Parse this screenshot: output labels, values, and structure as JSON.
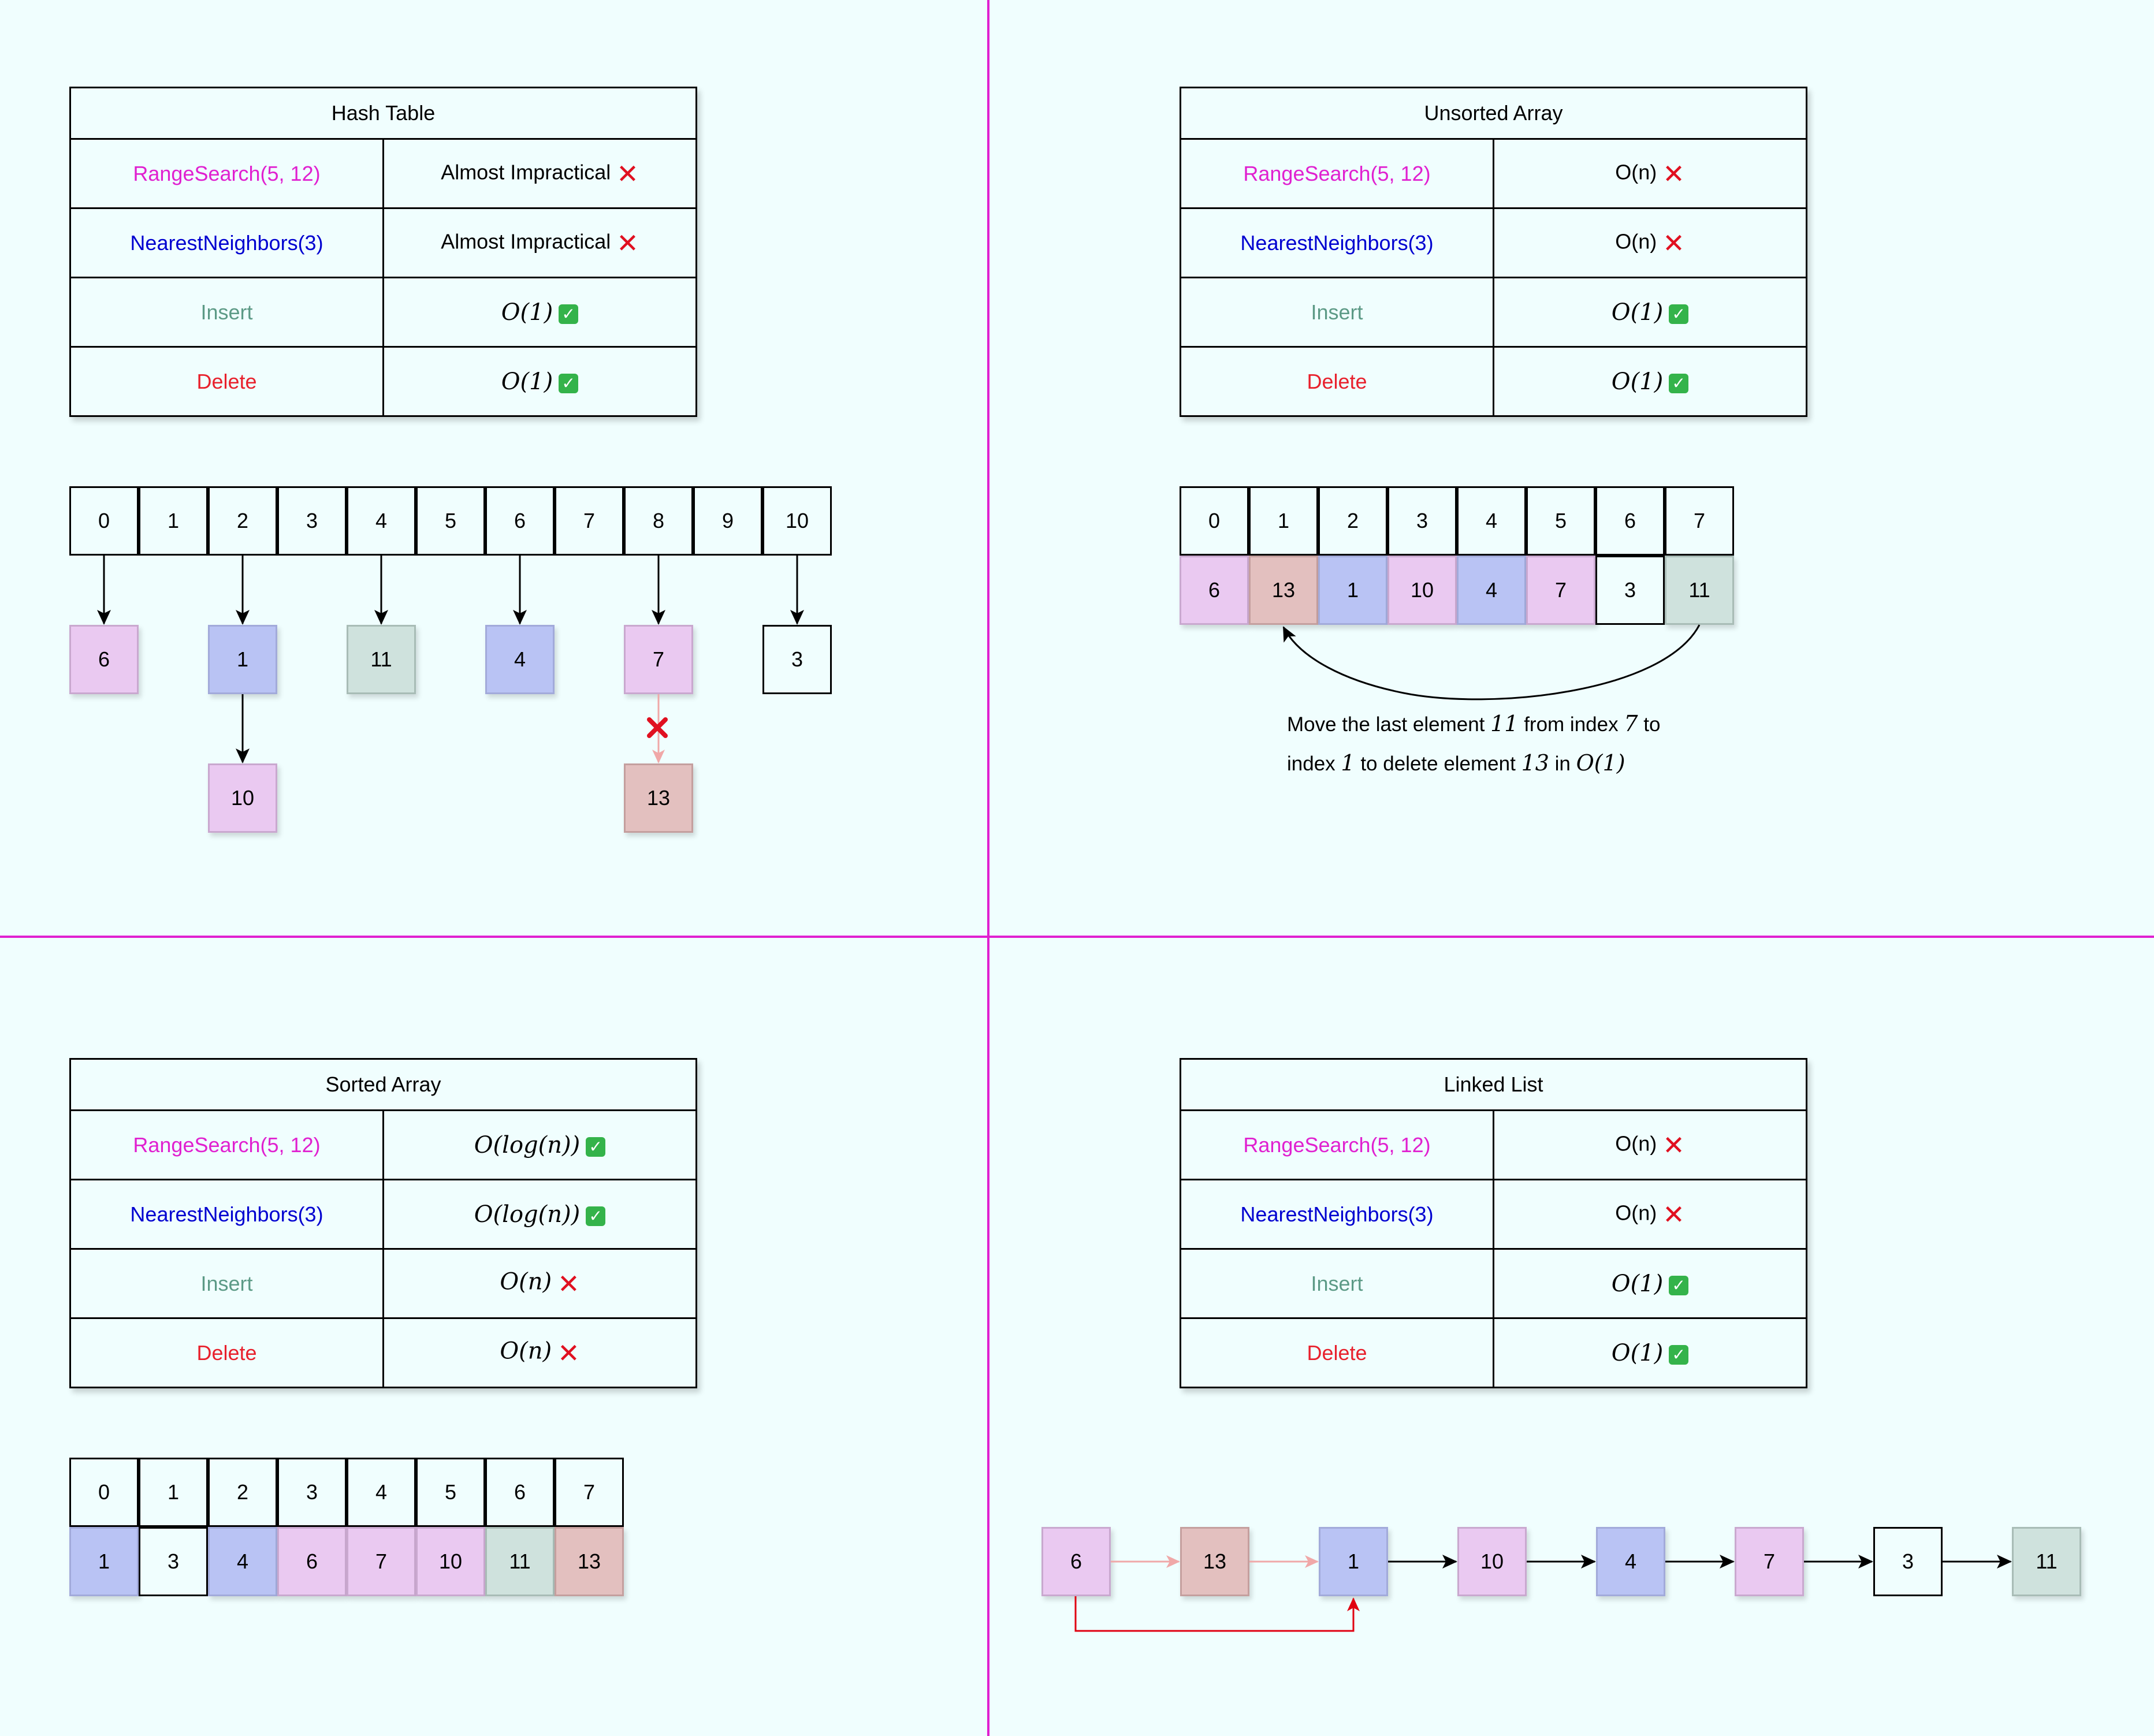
{
  "colors": {
    "pink": "#eac9f1",
    "blue": "#b9c3f4",
    "green": "#cfe2dd",
    "red": "#e3c0bf",
    "white": "#f0fefe",
    "divider": "#e020d0",
    "range_op": "#e020d0",
    "nn_op": "#0000d0",
    "insert_op": "#5c9a86",
    "delete_op": "#e8202c"
  },
  "hash_table": {
    "title": "Hash Table",
    "rows": [
      {
        "op": "RangeSearch(5, 12)",
        "cost": "Almost Impractical",
        "mark": "cross-icon"
      },
      {
        "op": "NearestNeighbors(3)",
        "cost": "Almost Impractical",
        "mark": "cross-icon"
      },
      {
        "op": "Insert",
        "cost": "O(1)",
        "mark": "check-icon"
      },
      {
        "op": "Delete",
        "cost": "O(1)",
        "mark": "check-icon"
      }
    ],
    "buckets": [
      "0",
      "1",
      "2",
      "3",
      "4",
      "5",
      "6",
      "7",
      "8",
      "9",
      "10"
    ],
    "entries": [
      {
        "bucket": 0,
        "value": "6",
        "color": "pink"
      },
      {
        "bucket": 2,
        "value": "1",
        "color": "blue"
      },
      {
        "bucket": 4,
        "value": "11",
        "color": "green"
      },
      {
        "bucket": 6,
        "value": "4",
        "color": "blue"
      },
      {
        "bucket": 8,
        "value": "7",
        "color": "pink"
      },
      {
        "bucket": 10,
        "value": "3",
        "color": "white"
      },
      {
        "bucket": 2,
        "value": "10",
        "color": "pink"
      },
      {
        "bucket": 8,
        "value": "13",
        "color": "red"
      }
    ]
  },
  "unsorted_array": {
    "title": "Unsorted Array",
    "rows": [
      {
        "op": "RangeSearch(5, 12)",
        "cost": "O(n)",
        "mark": "cross-icon"
      },
      {
        "op": "NearestNeighbors(3)",
        "cost": "O(n)",
        "mark": "cross-icon"
      },
      {
        "op": "Insert",
        "cost": "O(1)",
        "mark": "check-icon"
      },
      {
        "op": "Delete",
        "cost": "O(1)",
        "mark": "check-icon"
      }
    ],
    "indices": [
      "0",
      "1",
      "2",
      "3",
      "4",
      "5",
      "6",
      "7"
    ],
    "values": [
      {
        "value": "6",
        "color": "pink"
      },
      {
        "value": "13",
        "color": "red"
      },
      {
        "value": "1",
        "color": "blue"
      },
      {
        "value": "10",
        "color": "pink"
      },
      {
        "value": "4",
        "color": "blue"
      },
      {
        "value": "7",
        "color": "pink"
      },
      {
        "value": "3",
        "color": "white"
      },
      {
        "value": "11",
        "color": "green"
      }
    ],
    "note": {
      "p1": "Move the last element ",
      "v1": "11",
      "p2": " from index ",
      "v2": "7",
      "p3": " to",
      "p4": "index ",
      "v3": "1",
      "p5": " to delete element ",
      "v4": "13",
      "p6": " in ",
      "v5": "O(1)"
    }
  },
  "sorted_array": {
    "title": "Sorted Array",
    "rows": [
      {
        "op": "RangeSearch(5, 12)",
        "cost": "O(log(n))",
        "mark": "check-icon"
      },
      {
        "op": "NearestNeighbors(3)",
        "cost": "O(log(n))",
        "mark": "check-icon"
      },
      {
        "op": "Insert",
        "cost": "O(n)",
        "mark": "cross-icon"
      },
      {
        "op": "Delete",
        "cost": "O(n)",
        "mark": "cross-icon"
      }
    ],
    "indices": [
      "0",
      "1",
      "2",
      "3",
      "4",
      "5",
      "6",
      "7"
    ],
    "values": [
      {
        "value": "1",
        "color": "blue"
      },
      {
        "value": "3",
        "color": "white"
      },
      {
        "value": "4",
        "color": "blue"
      },
      {
        "value": "6",
        "color": "pink"
      },
      {
        "value": "7",
        "color": "pink"
      },
      {
        "value": "10",
        "color": "pink"
      },
      {
        "value": "11",
        "color": "green"
      },
      {
        "value": "13",
        "color": "red"
      }
    ]
  },
  "linked_list": {
    "title": "Linked List",
    "rows": [
      {
        "op": "RangeSearch(5, 12)",
        "cost": "O(n)",
        "mark": "cross-icon"
      },
      {
        "op": "NearestNeighbors(3)",
        "cost": "O(n)",
        "mark": "cross-icon"
      },
      {
        "op": "Insert",
        "cost": "O(1)",
        "mark": "check-icon"
      },
      {
        "op": "Delete",
        "cost": "O(1)",
        "mark": "check-icon"
      }
    ],
    "nodes": [
      {
        "value": "6",
        "color": "pink"
      },
      {
        "value": "13",
        "color": "red"
      },
      {
        "value": "1",
        "color": "blue"
      },
      {
        "value": "10",
        "color": "pink"
      },
      {
        "value": "4",
        "color": "blue"
      },
      {
        "value": "7",
        "color": "pink"
      },
      {
        "value": "3",
        "color": "white"
      },
      {
        "value": "11",
        "color": "green"
      }
    ]
  }
}
